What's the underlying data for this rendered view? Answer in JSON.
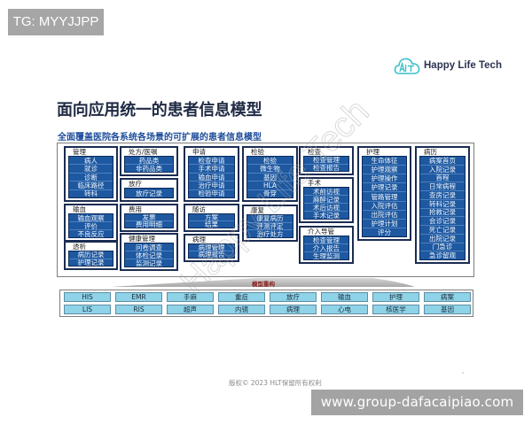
{
  "overlays": {
    "top_left_badge": "TG: MYYJJPP",
    "bottom_right_badge": "www.group-dafacaipiao.com"
  },
  "logo": {
    "icon": "cloud-hlt-logo-icon",
    "text": "Happy Life Tech",
    "color": "#3bc1c8"
  },
  "title": "面向应用统一的患者信息模型",
  "subtitle": "全面覆盖医院各系统各场景的可扩展的患者信息模型",
  "watermark": "Happy Life Tech",
  "diagram": {
    "groups": [
      {
        "title": "管理",
        "items": [
          "病人",
          "就诊",
          "诊断",
          "临床路径",
          "转科"
        ]
      },
      {
        "title": "输血",
        "items": [
          "输血观察",
          "评价",
          "不良反应"
        ]
      },
      {
        "title": "透析",
        "items": [
          "病历记录",
          "护理记录"
        ]
      },
      {
        "title": "处方/医嘱",
        "items": [
          "药品类",
          "非药品类"
        ]
      },
      {
        "title": "放疗",
        "items": [
          "放疗记录"
        ]
      },
      {
        "title": "费用",
        "items": [
          "发票",
          "费用明细"
        ]
      },
      {
        "title": "健康管理",
        "items": [
          "问卷调查",
          "体检记录",
          "监测记录"
        ]
      },
      {
        "title": "申请",
        "items": [
          "检查申请",
          "手术申请",
          "输血申请",
          "治疗申请",
          "检验申请"
        ]
      },
      {
        "title": "随访",
        "items": [
          "方案",
          "结果"
        ]
      },
      {
        "title": "病理",
        "items": [
          "病理管理",
          "病理报告"
        ]
      },
      {
        "title": "检验",
        "items": [
          "检验",
          "微生物",
          "基因",
          "HLA",
          "骨穿"
        ]
      },
      {
        "title": "康复",
        "items": [
          "康复病历",
          "评测评定",
          "治疗处方"
        ]
      },
      {
        "title": "检查",
        "items": [
          "检查管理",
          "检查报告"
        ]
      },
      {
        "title": "手术",
        "items": [
          "术前访视",
          "麻醉记录",
          "术后访视",
          "手术记录"
        ]
      },
      {
        "title": "介入导管",
        "items": [
          "检查管理",
          "介入报告",
          "生理监测"
        ]
      },
      {
        "title": "护理",
        "items": [
          "生命体征",
          "护理观察",
          "护理操作",
          "护理记录",
          "管路管理",
          "入院评估",
          "出院评估",
          "护理计划",
          "评分"
        ]
      },
      {
        "title": "病历",
        "items": [
          "病案首页",
          "入院记录",
          "首程",
          "日常病程",
          "查房记录",
          "转科记录",
          "抢救记录",
          "会诊记录",
          "死亡记录",
          "出院记录",
          "门急诊",
          "急诊留观"
        ]
      }
    ],
    "refactor_label": "模型重构",
    "source_systems": [
      [
        "HIS",
        "EMR",
        "手麻",
        "重症",
        "放疗",
        "输血",
        "护理",
        "病案"
      ],
      [
        "LIS",
        "RIS",
        "超声",
        "内镜",
        "病理",
        "心电",
        "核医学",
        "基因"
      ]
    ]
  },
  "footer": {
    "copyright": "版权© 2023 HLT保留所有权利"
  },
  "colors": {
    "title": "#1f2a44",
    "subtitle": "#1e4d9b",
    "group_border": "#1b2c52",
    "item_fill": "#1d58a0",
    "source_fill": "#8fd3e8",
    "refactor_label": "#8b1c1c"
  }
}
